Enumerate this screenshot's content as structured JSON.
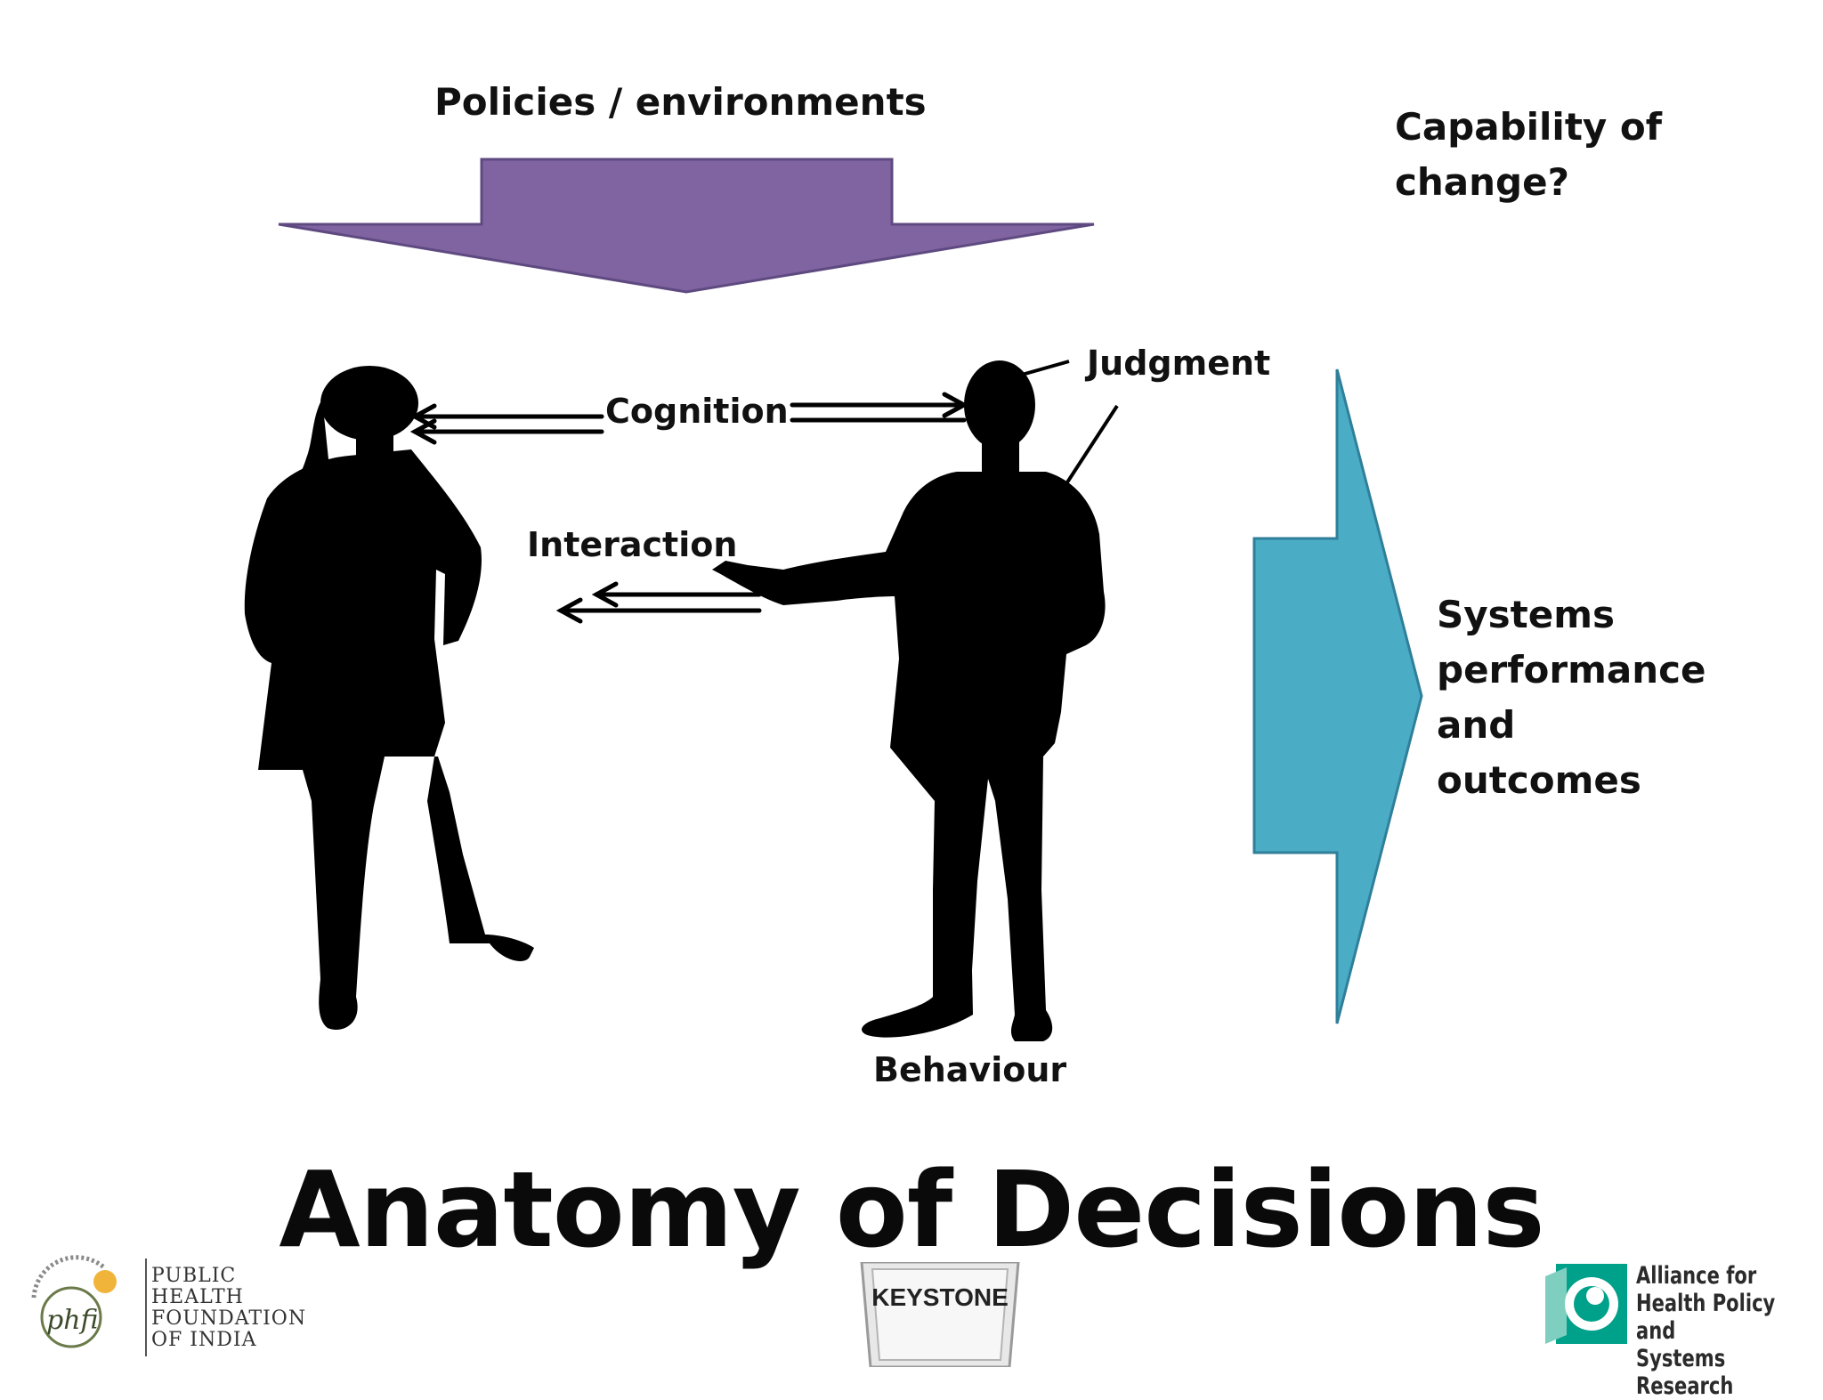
{
  "diagram": {
    "top_arrow_label": "Policies / environments",
    "capability_label": "Capability of change?",
    "cognition_label": "Cognition",
    "interaction_label": "Interaction",
    "judgment_label": "Judgment",
    "behaviour_label": "Behaviour",
    "outcome_label": "Systems performance and outcomes",
    "colors": {
      "policy_arrow": "#8064a2",
      "outcome_arrow": "#4bacc6",
      "silhouette": "#000000"
    }
  },
  "title": "Anatomy of Decisions",
  "logos": {
    "phfi_mark": "phfi",
    "phfi_name": [
      "PUBLIC",
      "HEALTH",
      "FOUNDATION",
      "OF INDIA"
    ],
    "keystone": "KEYSTONE",
    "alliance": [
      "Alliance for",
      "Health Policy and",
      "Systems Research"
    ]
  }
}
